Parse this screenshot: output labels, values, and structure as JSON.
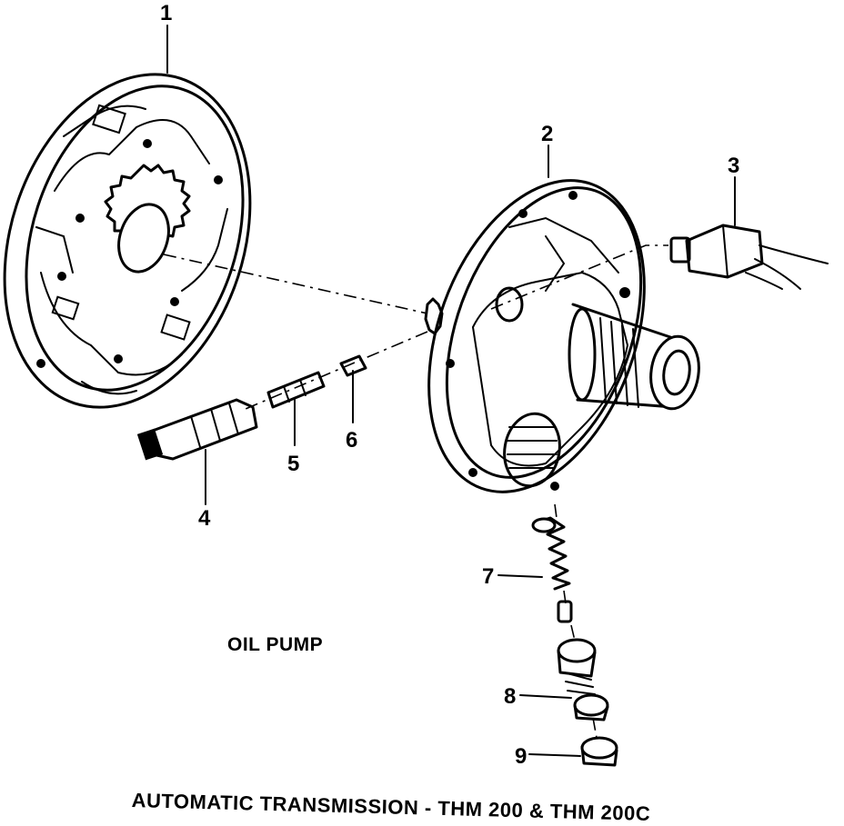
{
  "diagram": {
    "subtitle": "OIL PUMP",
    "caption": "AUTOMATIC TRANSMISSION - THM 200 & THM 200C",
    "callouts": [
      "1",
      "2",
      "3",
      "4",
      "5",
      "6",
      "7",
      "8",
      "9"
    ]
  }
}
